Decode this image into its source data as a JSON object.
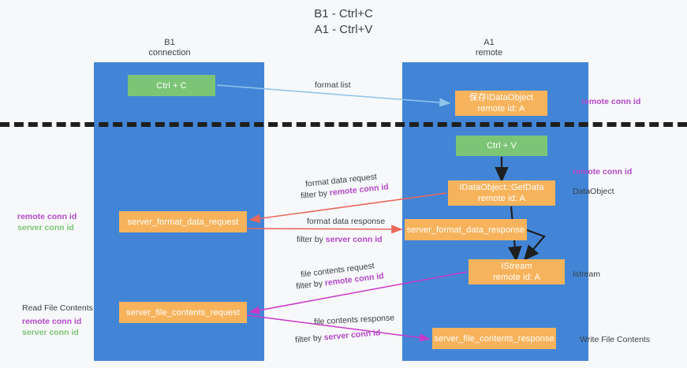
{
  "diagram": {
    "title": "B1 - Ctrl+C\nA1 - Ctrl+V",
    "columns": [
      {
        "id": "b1",
        "header": "B1\nconnection",
        "color": "#4285d6"
      },
      {
        "id": "a1",
        "header": "A1\nremote",
        "color": "#4285d6"
      }
    ],
    "colors": {
      "lane": "#4285d6",
      "green_node": "#7cc576",
      "orange_node": "#f7b35c",
      "remote_conn_id": "#b248c8",
      "server_conn_id": "#7cc576",
      "divider": "#1f1f1f",
      "arrow_format_list": "#8ec5ea",
      "arrow_black": "#1f1f1f",
      "arrow_red": "#e8685c",
      "arrow_magenta": "#c838c8"
    },
    "nodes": {
      "ctrl_c": "Ctrl + C",
      "idataobject": "保存IDataObject\nremote id: A",
      "ctrl_v": "Ctrl + V",
      "getdata": "IDataObject::GetData\nremote id: A",
      "server_format_data_request": "server_format_data_request",
      "server_format_data_response": "server_format_data_response",
      "istream": "IStream\nremote id: A",
      "server_file_contents_request": "server_file_contents_request",
      "server_file_contents_response": "server_file_contents_response"
    },
    "edge_labels": {
      "format_list": "format list",
      "format_data_request": "format data request",
      "format_data_request_filter_prefix": "filter by ",
      "format_data_request_filter_key": "remote conn id",
      "format_data_response": "format data response",
      "format_data_response_filter_prefix": "filter by ",
      "format_data_response_filter_key": "server conn id",
      "file_contents_request": "file contents request",
      "file_contents_request_filter_prefix": "filter by ",
      "file_contents_request_filter_key": "remote conn id",
      "file_contents_response": "file contents response",
      "file_contents_response_filter_prefix": "filter by ",
      "file_contents_response_filter_key": "server conn id"
    },
    "annotations": {
      "right_remote_conn_id_top": "remote conn id",
      "right_remote_conn_id_mid": "remote conn id",
      "right_dataobject": "DataObject",
      "right_istream": "Istream",
      "right_write_file_contents": "Write File Contents",
      "left_remote_conn_id": "remote conn id",
      "left_server_conn_id": "server conn id",
      "left_read_file_contents": "Read File Contents",
      "left_remote_conn_id_2": "remote conn id",
      "left_server_conn_id_2": "server conn id"
    }
  }
}
